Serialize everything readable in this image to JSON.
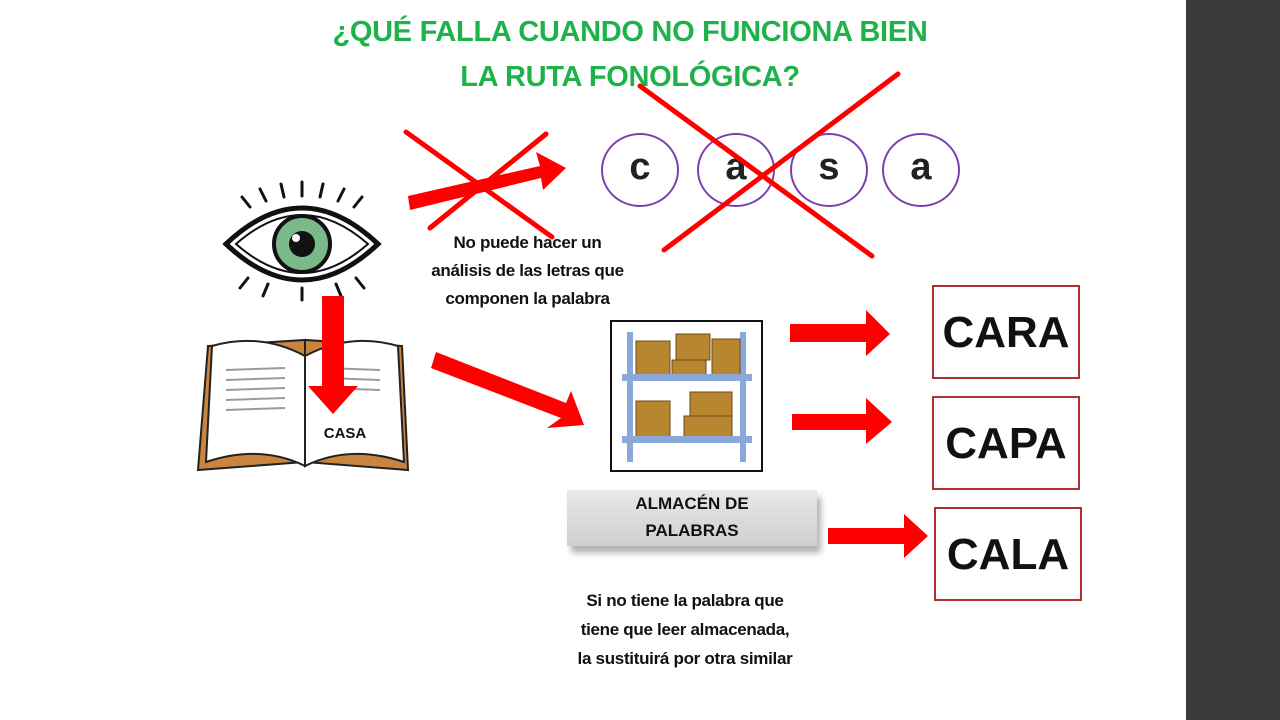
{
  "title_line1": "¿QUÉ FALLA CUANDO NO FUNCIONA BIEN",
  "title_line2": "LA RUTA FONOLÓGICA?",
  "letters": [
    "c",
    "a",
    "s",
    "a"
  ],
  "note_analysis": [
    "No puede  hacer un",
    "análisis de las letras que",
    "componen la palabra"
  ],
  "book_word": "CASA",
  "store_label": [
    "ALMACÉN  DE",
    "PALABRAS"
  ],
  "note_substitute": [
    "Si no tiene la palabra que",
    "tiene que leer almacenada,",
    "la sustituirá por otra similar"
  ],
  "candidate_words": [
    "CARA",
    "CAPA",
    "CALA"
  ],
  "icons": [
    "eye-icon",
    "open-book-icon",
    "warehouse-shelf-icon",
    "red-arrow-icon",
    "red-cross-icon"
  ],
  "colors": {
    "title": "#1fb24a",
    "arrow": "#ff0000",
    "circle_border": "#7b3fb0",
    "box_border": "#b03030",
    "box_fill": "#b8862e",
    "shelf": "#8aa8d8"
  }
}
